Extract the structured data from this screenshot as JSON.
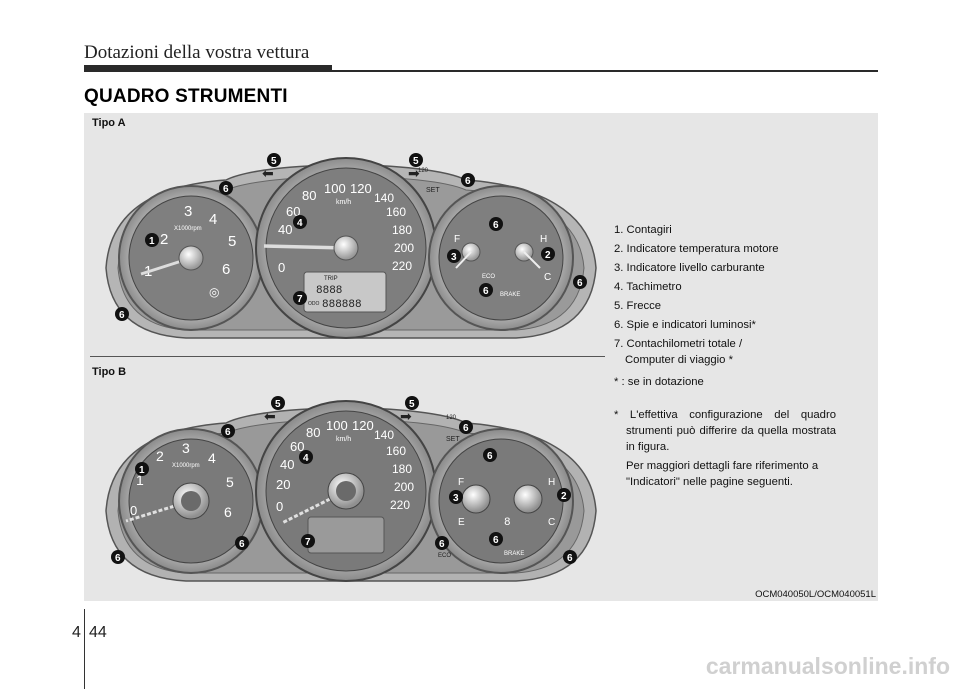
{
  "header": {
    "running_title": "Dotazioni della vostra vettura"
  },
  "section": {
    "title": "QUADRO STRUMENTI"
  },
  "variants": {
    "a_label": "Tipo A",
    "b_label": "Tipo B"
  },
  "legend": {
    "items": [
      "1. Contagiri",
      "2. Indicatore temperatura motore",
      "3. Indicatore livello carburante",
      "4. Tachimetro",
      "5. Frecce",
      "6. Spie e indicatori luminosi*",
      "7. Contachilometri totale /"
    ],
    "item7_cont": "Computer di viaggio *",
    "footnote": "* : se in dotazione"
  },
  "notice": {
    "line1": "* L'effettiva configurazione del quadro strumenti può differire da quella mostrata in figura.",
    "line2": "Per maggiori dettagli fare riferimento a \"Indicatori\" nelle pagine seguenti."
  },
  "figure_code": "OCM040050L/OCM040051L",
  "dial_text": {
    "tacho_unit": "X1000rpm",
    "speed_unit": "km/h",
    "tacho_ticks": [
      "0",
      "1",
      "2",
      "3",
      "4",
      "5",
      "6"
    ],
    "speed_ticks": [
      "0",
      "20",
      "40",
      "60",
      "80",
      "100",
      "120",
      "140",
      "160",
      "180",
      "200",
      "220"
    ],
    "temp_labels": [
      "H",
      "C"
    ],
    "fuel_labels": [
      "F",
      "E"
    ],
    "eco": "ECO",
    "brake": "BRAKE",
    "set": "SET",
    "limit": "120",
    "limit_unit": "km/h",
    "trip": "TRIP",
    "odo": "ODO",
    "odo_digits": "888888",
    "trip_digits": "8888",
    "gear_digit": "8",
    "callouts": [
      "1",
      "2",
      "3",
      "4",
      "5",
      "6",
      "7"
    ]
  },
  "footer": {
    "chapter": "4",
    "page": "44",
    "url": "carmanualsonline.info"
  }
}
